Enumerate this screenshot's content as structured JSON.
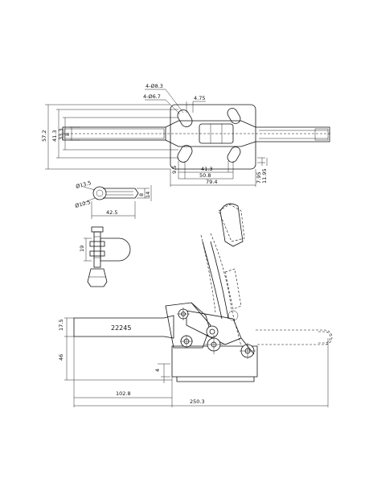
{
  "part_number": "22245",
  "top_view": {
    "holes_large": "4-Ø8.3",
    "holes_small": "4-Ø6.7",
    "hole_offset": "4.75",
    "height_overall": "57.2",
    "height_holes": "41.3",
    "height_bar": "33.3",
    "height_handle": "8",
    "base_spacing_a": "9.5",
    "base_spacing_b": "41.3",
    "base_spacing_c": "50.8",
    "base_width": "79.4",
    "right_a": "7.95",
    "right_b": "11.95"
  },
  "spindle_view": {
    "dia_outer": "Ø13.5",
    "dia_inner": "Ø10.5",
    "dim_a": "8",
    "dim_b": "14",
    "length": "42.5"
  },
  "bumper_view": {
    "height": "19"
  },
  "side_view": {
    "height_top": "17.5",
    "height_base": "46",
    "offset": "4",
    "length_short": "102.8",
    "length_total": "250.3"
  }
}
